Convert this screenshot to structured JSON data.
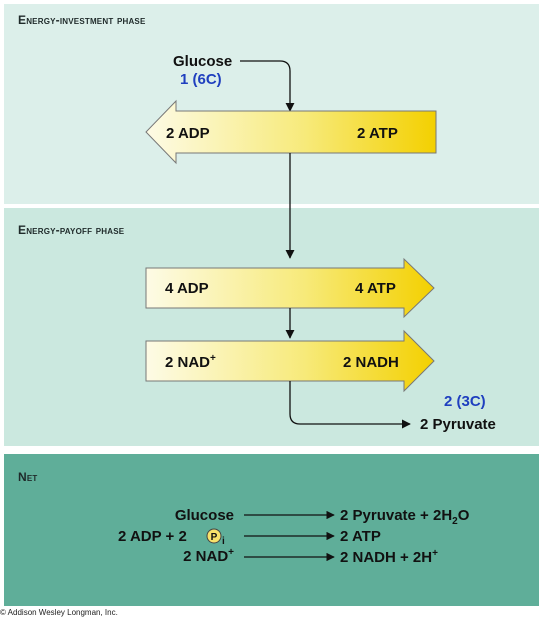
{
  "phases": {
    "investment": "Energy-investment phase",
    "payoff": "Energy-payoff phase",
    "net": "Net"
  },
  "investment": {
    "input_label": "Glucose",
    "input_count": "1 (6C)",
    "arrow_left": "2 ADP",
    "arrow_right": "2 ATP"
  },
  "payoff": {
    "arrow1_left": "4 ADP",
    "arrow1_right": "4 ATP",
    "arrow2_left": "2 NAD",
    "arrow2_left_sup": "+",
    "arrow2_right": "2 NADH",
    "output_count": "2 (3C)",
    "output_label": "2 Pyruvate"
  },
  "net": {
    "row1_left": "Glucose",
    "row1_right": "2 Pyruvate + 2H",
    "row1_right_sub": "2",
    "row1_right_tail": "O",
    "row2_left": "2 ADP + 2",
    "row2_pi": "P",
    "row2_pi_sub": "i",
    "row2_right": "2 ATP",
    "row3_left": "2 NAD",
    "row3_left_sup": "+",
    "row3_right": "2 NADH + 2H",
    "row3_right_sup": "+"
  },
  "copyright": "© Addison Wesley Longman, Inc.",
  "colors": {
    "panel_top": "#dcefea",
    "panel_mid": "#cbe8df",
    "panel_net": "#5fae99",
    "arrow_gradient_start": "#fdfbe6",
    "arrow_gradient_end": "#f3d000",
    "blue_text": "#1f3fbf"
  }
}
